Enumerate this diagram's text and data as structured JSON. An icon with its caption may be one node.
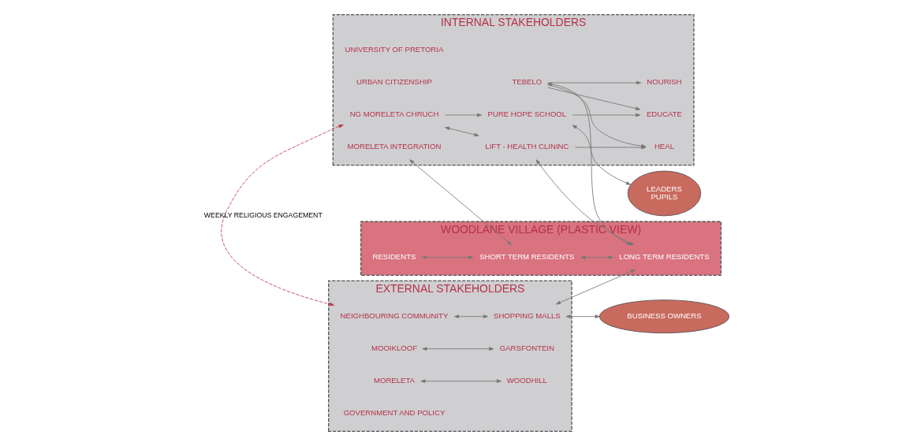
{
  "diagram": {
    "nodes": [
      {
        "text": [
          "INTERNAL STAKEHOLDERS"
        ]
      },
      {
        "text": [
          "UNIVERSITY OF PRETORIA"
        ],
        "in": 0
      },
      {
        "text": [
          "URBAN CITIZENSHIP"
        ],
        "in": 0
      },
      {
        "text": [
          "MORELETA INTEGRATION"
        ],
        "in": 0
      },
      {
        "text": [
          "NG MORELETA CHRUCH"
        ],
        "in": 0
      },
      {
        "text": [
          "PURE HOPE SCHOOL"
        ],
        "in": 0
      },
      {
        "text": [
          "LIFT - HEALTH CLININC"
        ],
        "in": 0
      },
      {
        "text": [
          "TEBELO"
        ],
        "in": 0
      },
      {
        "text": [
          "NOURISH"
        ],
        "in": 0
      },
      {
        "text": [
          "EDUCATE"
        ],
        "in": 0
      },
      {
        "text": [
          "HEAL"
        ],
        "in": 0
      },
      {
        "text": [
          "LEADERS",
          "PUPILS"
        ]
      },
      {
        "text": [
          "WOODLANE VILLAGE (PLASTIC VIEW)"
        ]
      },
      {
        "text": [
          "RESIDENTS"
        ],
        "in": 12
      },
      {
        "text": [
          "SHORT TERM RESIDENTS"
        ],
        "in": 12
      },
      {
        "text": [
          "LONG TERM RESIDENTS"
        ],
        "in": 12
      },
      {
        "text": [
          "BUSINESS OWNERS"
        ]
      },
      {
        "text": [
          "EXTERNAL STAKEHOLDERS"
        ]
      },
      {
        "text": [
          "NEIGHBOURING COMMUNITY"
        ],
        "in": 17
      },
      {
        "text": [
          "MOOIKLOOF"
        ],
        "in": 17
      },
      {
        "text": [
          "MORELETA"
        ],
        "in": 17
      },
      {
        "text": [
          "WOODHILL"
        ],
        "in": 17
      },
      {
        "text": [
          "GARSFONTEIN"
        ],
        "in": 17
      },
      {
        "text": [
          "GOVERNMENT AND POLICY"
        ],
        "in": 17
      },
      {
        "text": [
          "SHOPPING MALLS"
        ],
        "in": 17
      }
    ],
    "edges": [
      {
        "from": 3,
        "to": 14,
        "arrow": "both"
      },
      {
        "from": 13,
        "to": 14,
        "arrow": "both"
      },
      {
        "from": 14,
        "to": 15,
        "arrow": "both"
      },
      {
        "from": 4,
        "to": 6,
        "arrow": "both"
      },
      {
        "from": 4,
        "to": 5,
        "arrow": "to"
      },
      {
        "from": 5,
        "to": 11,
        "arrow": "both"
      },
      {
        "from": 6,
        "to": 15,
        "arrow": "both"
      },
      {
        "from": 7,
        "to": 15,
        "arrow": "both"
      },
      {
        "from": 5,
        "to": 9,
        "arrow": "to"
      },
      {
        "from": 7,
        "to": 8,
        "arrow": "to"
      },
      {
        "from": 7,
        "to": 9,
        "arrow": "to"
      },
      {
        "from": 7,
        "to": 10,
        "arrow": "to"
      },
      {
        "from": 6,
        "to": 10,
        "arrow": "to"
      },
      {
        "from": 24,
        "to": 15,
        "arrow": "both"
      },
      {
        "from": 24,
        "to": 16,
        "arrow": "both"
      },
      {
        "from": 18,
        "to": 24,
        "arrow": "both"
      },
      {
        "from": 20,
        "to": 21,
        "arrow": "both"
      },
      {
        "from": 19,
        "to": 22,
        "arrow": "both"
      },
      {
        "from": 4,
        "to": 18,
        "arrow": "both",
        "label": "WEEKLY RELIGIOUS ENGAGEMENT",
        "style": "dashed",
        "color": "#c0394f"
      }
    ]
  }
}
